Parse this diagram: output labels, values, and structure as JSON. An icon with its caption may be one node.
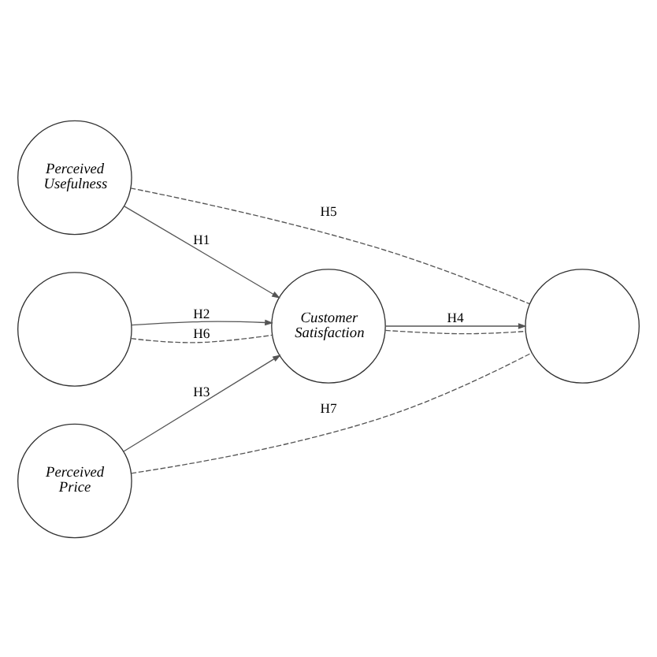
{
  "diagram": {
    "nodes": [
      {
        "text": [
          "Perceived Usefulness"
        ]
      },
      {
        "text": [],
        "shape": "circle"
      },
      {
        "text": [
          "Perceived Price"
        ]
      },
      {
        "text": [
          "Customer Satisfaction"
        ]
      },
      {
        "text": [],
        "shape": "circle"
      }
    ],
    "edges": [
      {
        "from": 0,
        "to": 3,
        "arrow": "to",
        "label": "H1"
      },
      {
        "from": 1,
        "to": 3,
        "arrow": "to",
        "label": "H2"
      },
      {
        "from": 2,
        "to": 3,
        "arrow": "to",
        "label": "H3"
      },
      {
        "from": 3,
        "to": 4,
        "arrow": "to",
        "label": "H4"
      },
      {
        "from": 0,
        "to": 4,
        "arrow": "none",
        "label": "H5",
        "style": "dashed"
      },
      {
        "from": 1,
        "to": 3,
        "arrow": "none",
        "label": "H6",
        "style": "dashed"
      },
      {
        "from": 3,
        "to": 4,
        "arrow": "none",
        "style": "dashed"
      },
      {
        "from": 2,
        "to": 4,
        "arrow": "none",
        "label": "H7",
        "style": "dashed"
      }
    ]
  }
}
